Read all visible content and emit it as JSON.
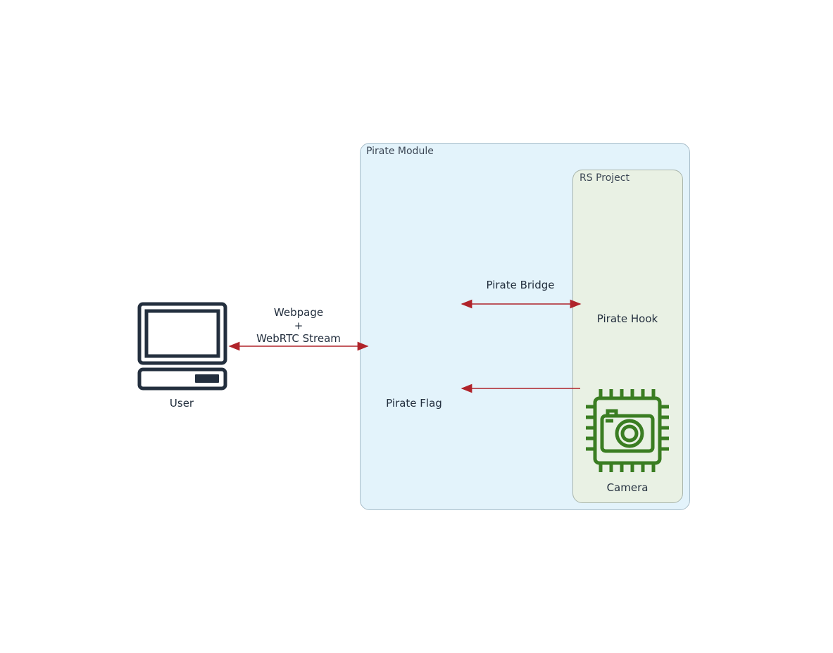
{
  "groups": {
    "module": {
      "label": "Pirate Module"
    },
    "project": {
      "label": "RS Project"
    }
  },
  "nodes": {
    "user": {
      "label": "User",
      "icon": "laptop-icon"
    },
    "pirate_flag": {
      "label": "Pirate Flag"
    },
    "pirate_hook": {
      "label": "Pirate Hook"
    },
    "camera": {
      "label": "Camera",
      "icon": "camera-chip-icon"
    }
  },
  "edges": {
    "user_flag": {
      "line1": "Webpage",
      "line2": "+",
      "line3": "WebRTC Stream",
      "direction": "bidirectional"
    },
    "bridge": {
      "label": "Pirate Bridge",
      "direction": "bidirectional"
    },
    "hook_to_flag": {
      "label": "",
      "direction": "hook-to-flag"
    }
  },
  "colors": {
    "module_fill": "#e3f3fb",
    "project_fill": "#e9f1e4",
    "edge": "#b0232a",
    "camera_icon": "#3a7d22",
    "laptop_icon": "#232f3e"
  }
}
